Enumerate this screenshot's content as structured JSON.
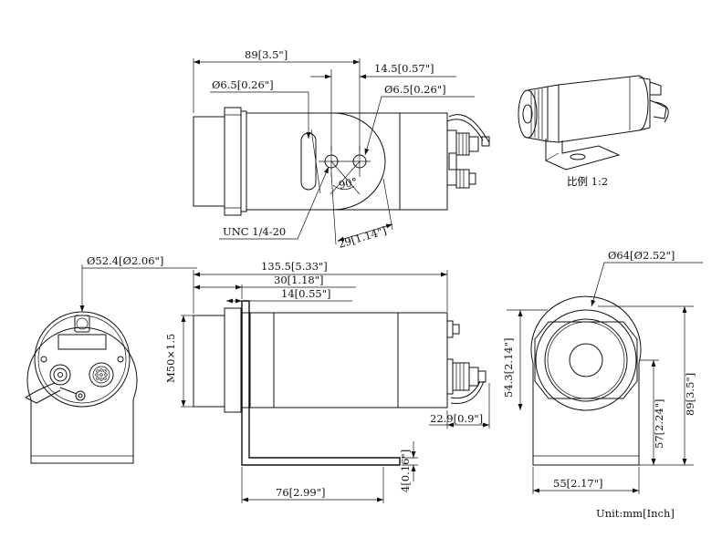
{
  "dimensions": {
    "top_length": "89[3.5\"]",
    "top_hole_spacing": "14.5[0.57\"]",
    "top_hole_left": "Ø6.5[0.26\"]",
    "top_hole_right": "Ø6.5[0.26\"]",
    "mount_thread": "UNC 1/4-20",
    "slot_offset": "29[1.14\"]",
    "slot_angle": "90°",
    "front_diameter": "Ø52.4[Ø2.06\"]",
    "total_length": "135.5[5.33\"]",
    "bracket_offset_30": "30[1.18\"]",
    "bracket_offset_14": "14[0.55\"]",
    "front_thread": "M50×1.5",
    "connector_length": "22.9[0.9\"]",
    "bracket_thickness": "4[0.16\"]",
    "bracket_length": "76[2.99\"]",
    "rear_diameter": "Ø64[Ø2.52\"]",
    "center_height": "54.3[2.14\"]",
    "bracket_height": "57[2.24\"]",
    "total_height": "89[3.5\"]",
    "bracket_width": "55[2.17\"]"
  },
  "labels": {
    "scale": "比例 1:2",
    "units": "Unit:mm[Inch]"
  }
}
